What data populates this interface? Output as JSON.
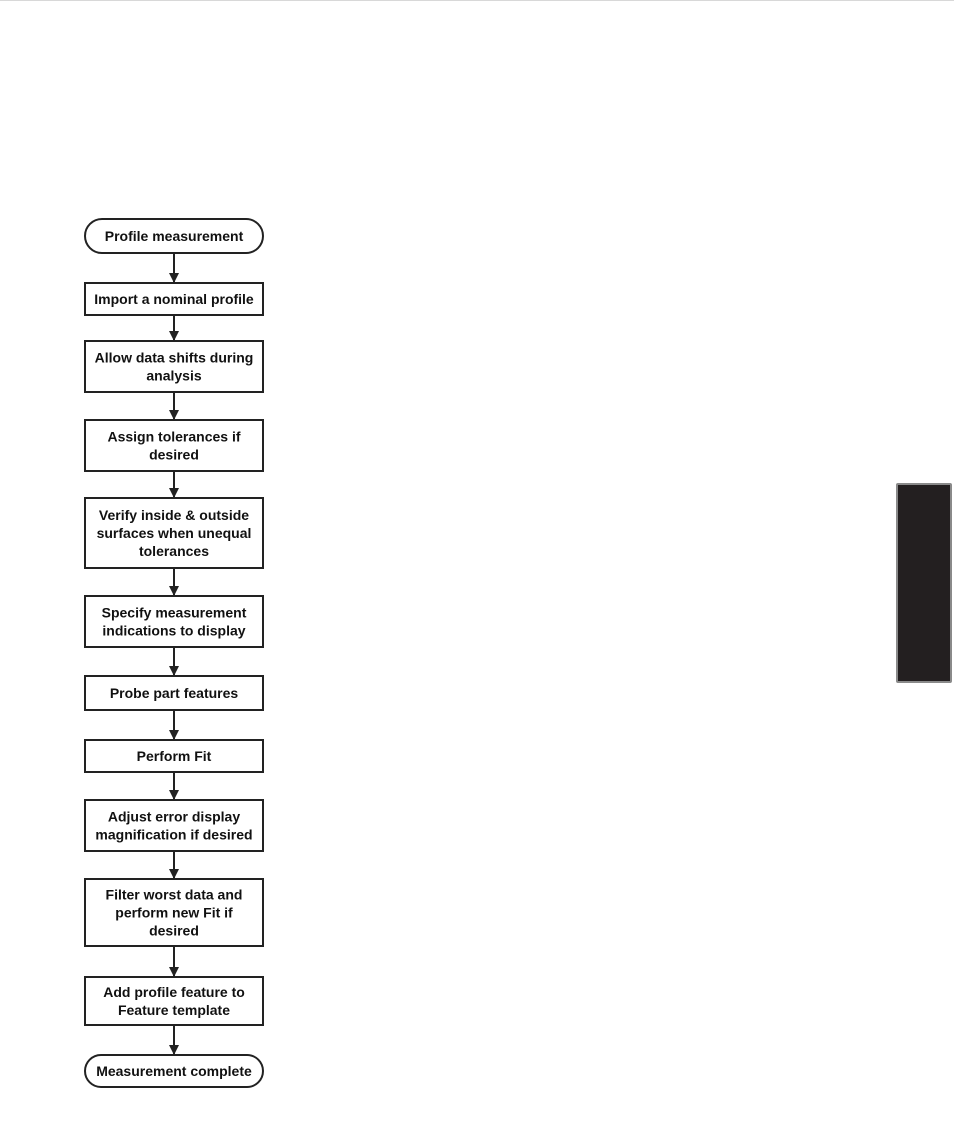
{
  "colors": {
    "stroke": "#222222",
    "node_fill": "#ffffff",
    "text": "#111111",
    "side_tab": "#231f20"
  },
  "flowchart": {
    "nodes": [
      {
        "id": "start",
        "shape": "terminal",
        "lines": [
          "Profile measurement"
        ]
      },
      {
        "id": "import",
        "shape": "process",
        "lines": [
          "Import a nominal profile"
        ]
      },
      {
        "id": "shifts",
        "shape": "process",
        "lines": [
          "Allow data shifts during",
          "analysis"
        ]
      },
      {
        "id": "tolerances",
        "shape": "process",
        "lines": [
          "Assign tolerances if",
          "desired"
        ]
      },
      {
        "id": "verify",
        "shape": "process",
        "lines": [
          "Verify inside & outside",
          "surfaces when unequal",
          "tolerances"
        ]
      },
      {
        "id": "indications",
        "shape": "process",
        "lines": [
          "Specify measurement",
          "indications to display"
        ]
      },
      {
        "id": "probe",
        "shape": "process",
        "lines": [
          "Probe part features"
        ]
      },
      {
        "id": "fit",
        "shape": "process",
        "lines": [
          "Perform Fit"
        ]
      },
      {
        "id": "magnification",
        "shape": "process",
        "lines": [
          "Adjust error display",
          "magnification if desired"
        ]
      },
      {
        "id": "filter",
        "shape": "process",
        "lines": [
          "Filter worst data and",
          "perform new Fit if",
          "desired"
        ]
      },
      {
        "id": "add",
        "shape": "process",
        "lines": [
          "Add profile feature to",
          "Feature template"
        ]
      },
      {
        "id": "end",
        "shape": "terminal",
        "lines": [
          "Measurement complete"
        ]
      }
    ],
    "edges": [
      [
        "start",
        "import"
      ],
      [
        "import",
        "shifts"
      ],
      [
        "shifts",
        "tolerances"
      ],
      [
        "tolerances",
        "verify"
      ],
      [
        "verify",
        "indications"
      ],
      [
        "indications",
        "probe"
      ],
      [
        "probe",
        "fit"
      ],
      [
        "fit",
        "magnification"
      ],
      [
        "magnification",
        "filter"
      ],
      [
        "filter",
        "add"
      ],
      [
        "add",
        "end"
      ]
    ]
  }
}
